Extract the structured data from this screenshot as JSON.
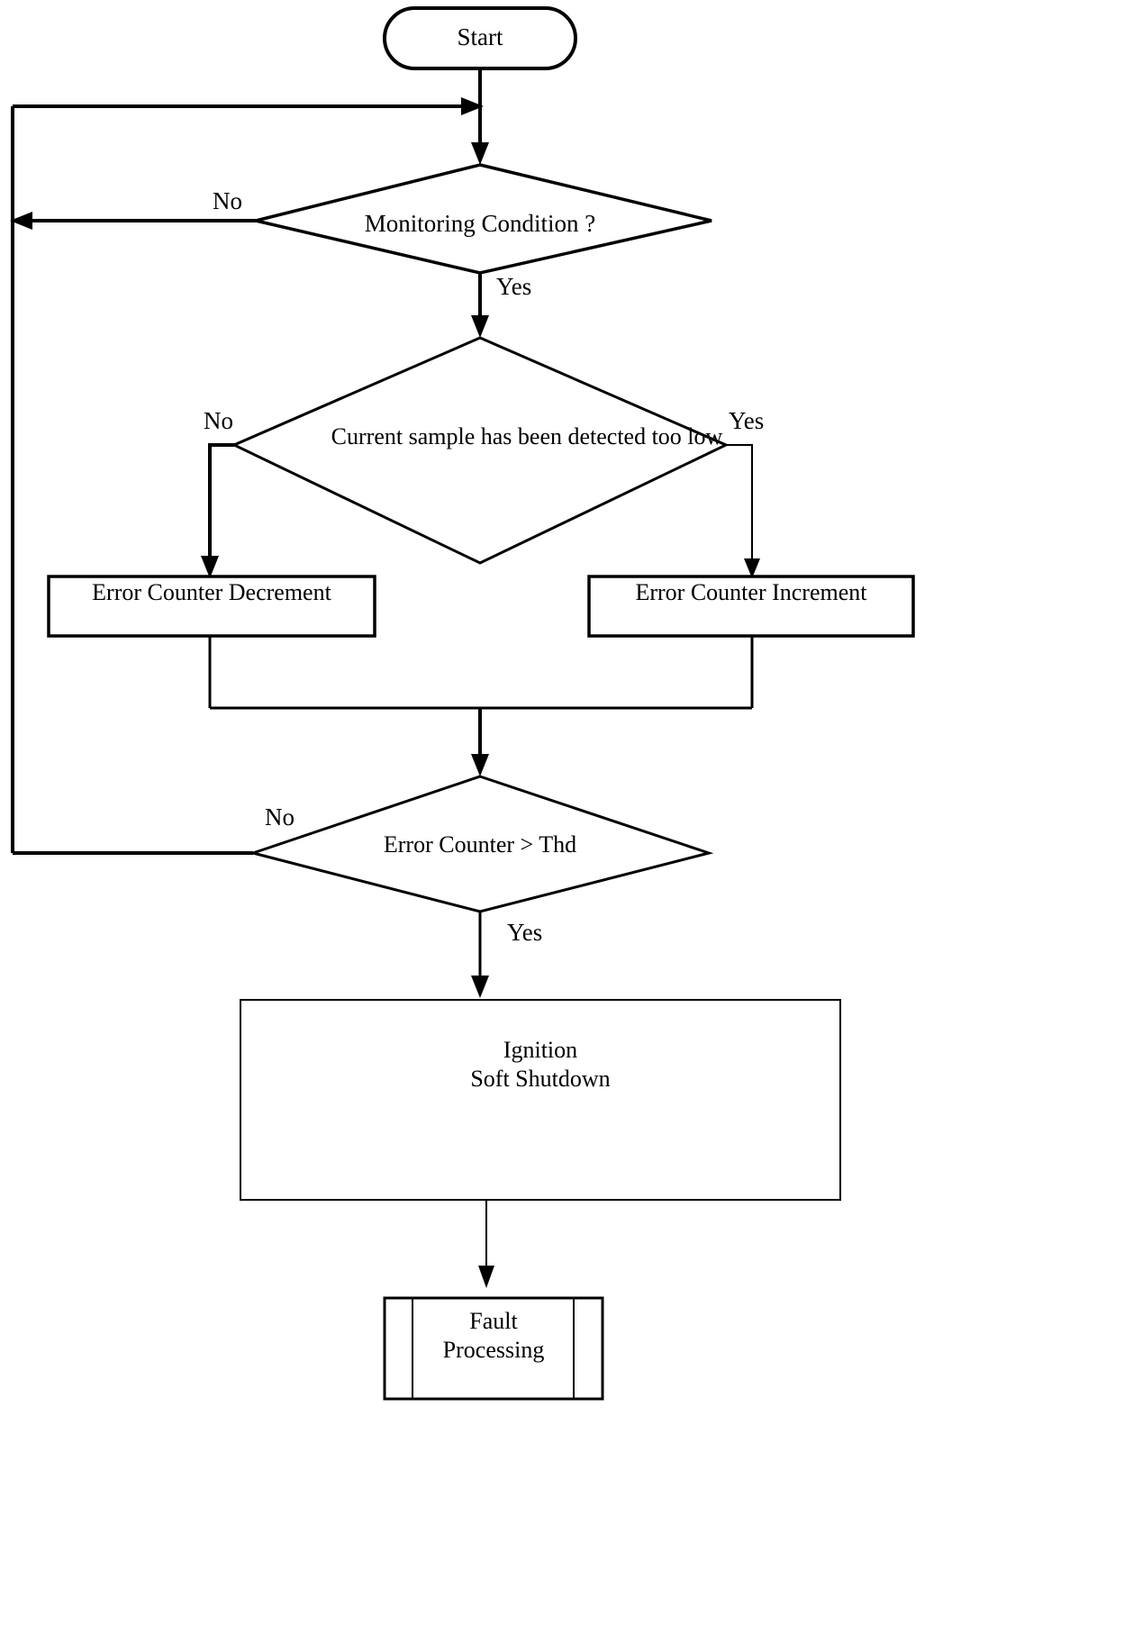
{
  "diagram": {
    "type": "flowchart",
    "title": "Ignition monitoring error-counter flowchart",
    "background_color": "#ffffff",
    "line_color": "#000000",
    "text_color": "#000000",
    "nodes": {
      "start": {
        "label": "Start",
        "shape": "terminator"
      },
      "monitoring_condition": {
        "label": "Monitoring Condition ?",
        "shape": "decision"
      },
      "sample_too_low": {
        "label": "Current sample has been detected too low",
        "shape": "decision"
      },
      "error_counter_decrement": {
        "label": "Error Counter Decrement",
        "shape": "process"
      },
      "error_counter_increment": {
        "label": "Error Counter Increment",
        "shape": "process"
      },
      "error_counter_threshold": {
        "label": "Error Counter >  Thd",
        "shape": "decision"
      },
      "ignition_soft_shutdown": {
        "label_line1": "Ignition",
        "label_line2": "Soft Shutdown",
        "shape": "process"
      },
      "fault_processing": {
        "label_line1": "Fault",
        "label_line2": "Processing",
        "shape": "predefined-process"
      }
    },
    "edge_labels": {
      "monitoring_no": "No",
      "monitoring_yes": "Yes",
      "sample_no": "No",
      "sample_yes": "Yes",
      "threshold_no": "No",
      "threshold_yes": "Yes"
    }
  }
}
